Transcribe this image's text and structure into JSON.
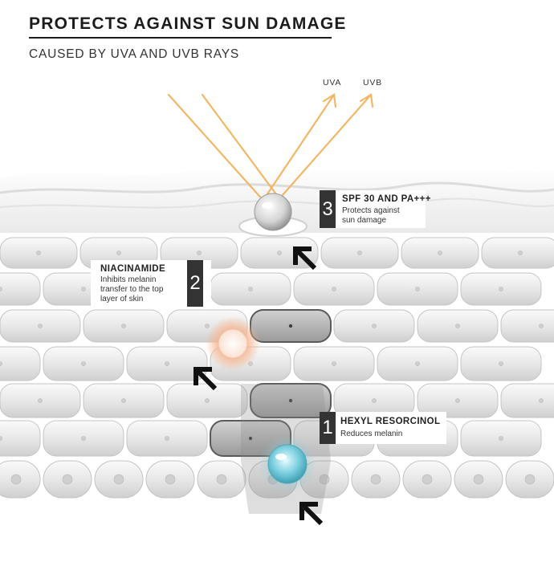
{
  "header": {
    "title": "PROTECTS AGAINST SUN DAMAGE",
    "subtitle": "CAUSED BY UVA AND UVB RAYS"
  },
  "rays": {
    "uva_label": "UVA",
    "uvb_label": "UVB",
    "color": "#f2b766"
  },
  "callouts": [
    {
      "number": "1",
      "heading": "HEXYL RESORCINOL",
      "lines": [
        "Reduces melanin"
      ]
    },
    {
      "number": "2",
      "heading": "NIACINAMIDE",
      "lines": [
        "Inhibits melanin",
        "transfer to the top",
        "layer of skin"
      ]
    },
    {
      "number": "3",
      "heading": "SPF 30 AND PA+++",
      "lines": [
        "Protects against",
        "sun damage"
      ]
    }
  ],
  "colors": {
    "cell_light": "#ececec",
    "cell_dark": "#6e6e6e",
    "droplet_spf": "#d8d8d8",
    "droplet_niacinamide": "#f6b48e",
    "droplet_hexyl": "#7fd1e0",
    "badge": "#333333"
  }
}
